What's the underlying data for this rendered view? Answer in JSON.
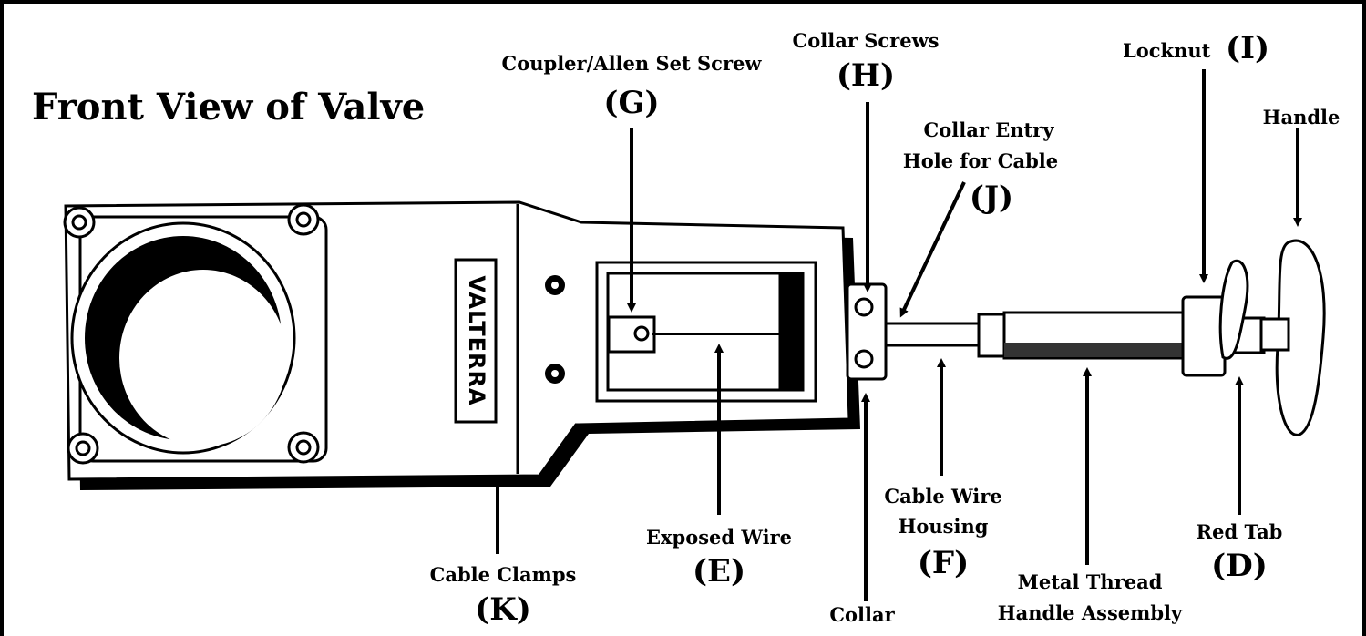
{
  "title": "Front View of Valve",
  "brand": "VALTERRA",
  "labels": {
    "coupler": {
      "text": "Coupler/Allen Set Screw",
      "letter": "(G)"
    },
    "collar_screws": {
      "text": "Collar Screws",
      "letter": "(H)"
    },
    "locknut": {
      "text": "Locknut",
      "letter": "(I)"
    },
    "handle": {
      "text": "Handle"
    },
    "collar_entry": {
      "line1": "Collar Entry",
      "line2": "Hole for Cable",
      "letter": "(J)"
    },
    "cable_clamps": {
      "text": "Cable Clamps",
      "letter": "(K)"
    },
    "exposed_wire": {
      "text": "Exposed Wire",
      "letter": "(E)"
    },
    "collar": {
      "text": "Collar"
    },
    "cable_housing": {
      "line1": "Cable Wire",
      "line2": "Housing",
      "letter": "(F)"
    },
    "metal_thread": {
      "line1": "Metal Thread",
      "line2": "Handle Assembly"
    },
    "red_tab": {
      "text": "Red Tab",
      "letter": "(D)"
    }
  }
}
